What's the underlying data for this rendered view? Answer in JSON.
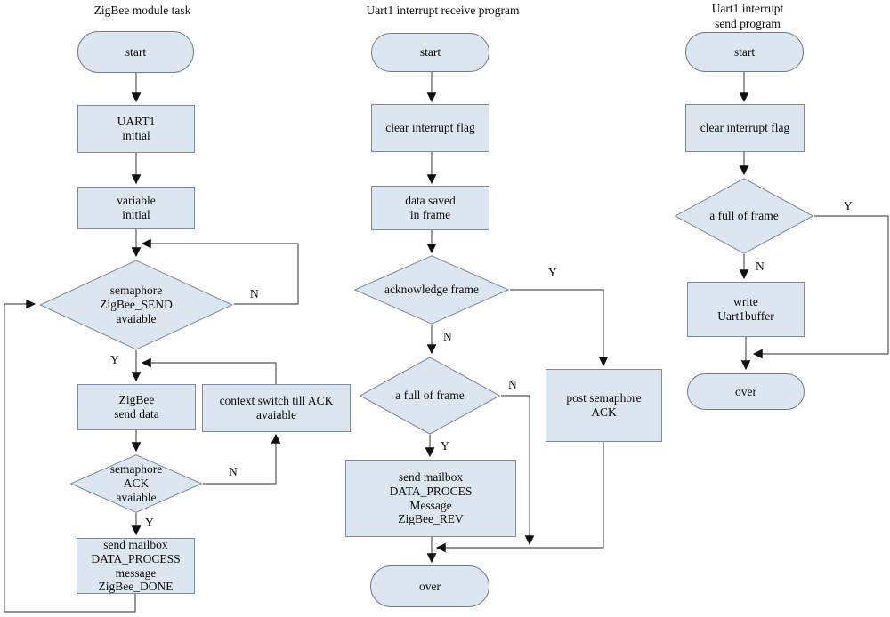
{
  "colors": {
    "shape_fill": "#dce6f1",
    "shape_border": "#7b8a9e",
    "line": "#555555",
    "arrow": "#111111"
  },
  "c1": {
    "title": "ZigBee module task",
    "start": "start",
    "uart1_initial": "UART1\ninitial",
    "variable_initial": "variable\ninitial",
    "semaphore_send": "semaphore\nZigBee_SEND\navaiable",
    "branch_send_n": "N",
    "branch_send_y": "Y",
    "zigbee_send_data": "ZigBee\nsend data",
    "context_switch": "context switch till ACK\navaiable",
    "semaphore_ack": "semaphore\nACK\navaiable",
    "branch_ack_n": "N",
    "branch_ack_y": "Y",
    "send_mailbox_done": "send mailbox\nDATA_PROCESS\nmessage\nZigBee_DONE"
  },
  "c2": {
    "title": "Uart1 interrupt receive program",
    "start": "start",
    "clear_interrupt_flag": "clear interrupt flag",
    "data_saved": "data saved\nin frame",
    "acknowledge_frame": "acknowledge frame",
    "branch_ack_y": "Y",
    "branch_ack_n": "N",
    "full_of_frame": "a full of frame",
    "branch_full_n": "N",
    "branch_full_y": "Y",
    "post_semaphore_ack": "post semaphore\nACK",
    "send_mailbox_rev": "send mailbox\nDATA_PROCES\nMessage\nZigBee_REV",
    "over": "over"
  },
  "c3": {
    "title": "Uart1 interrupt\nsend program",
    "start": "start",
    "clear_interrupt_flag": "clear interrupt flag",
    "full_of_frame": "a full of frame",
    "branch_full_y": "Y",
    "branch_full_n": "N",
    "write_uart1buffer": "write\nUart1buffer",
    "over": "over"
  }
}
